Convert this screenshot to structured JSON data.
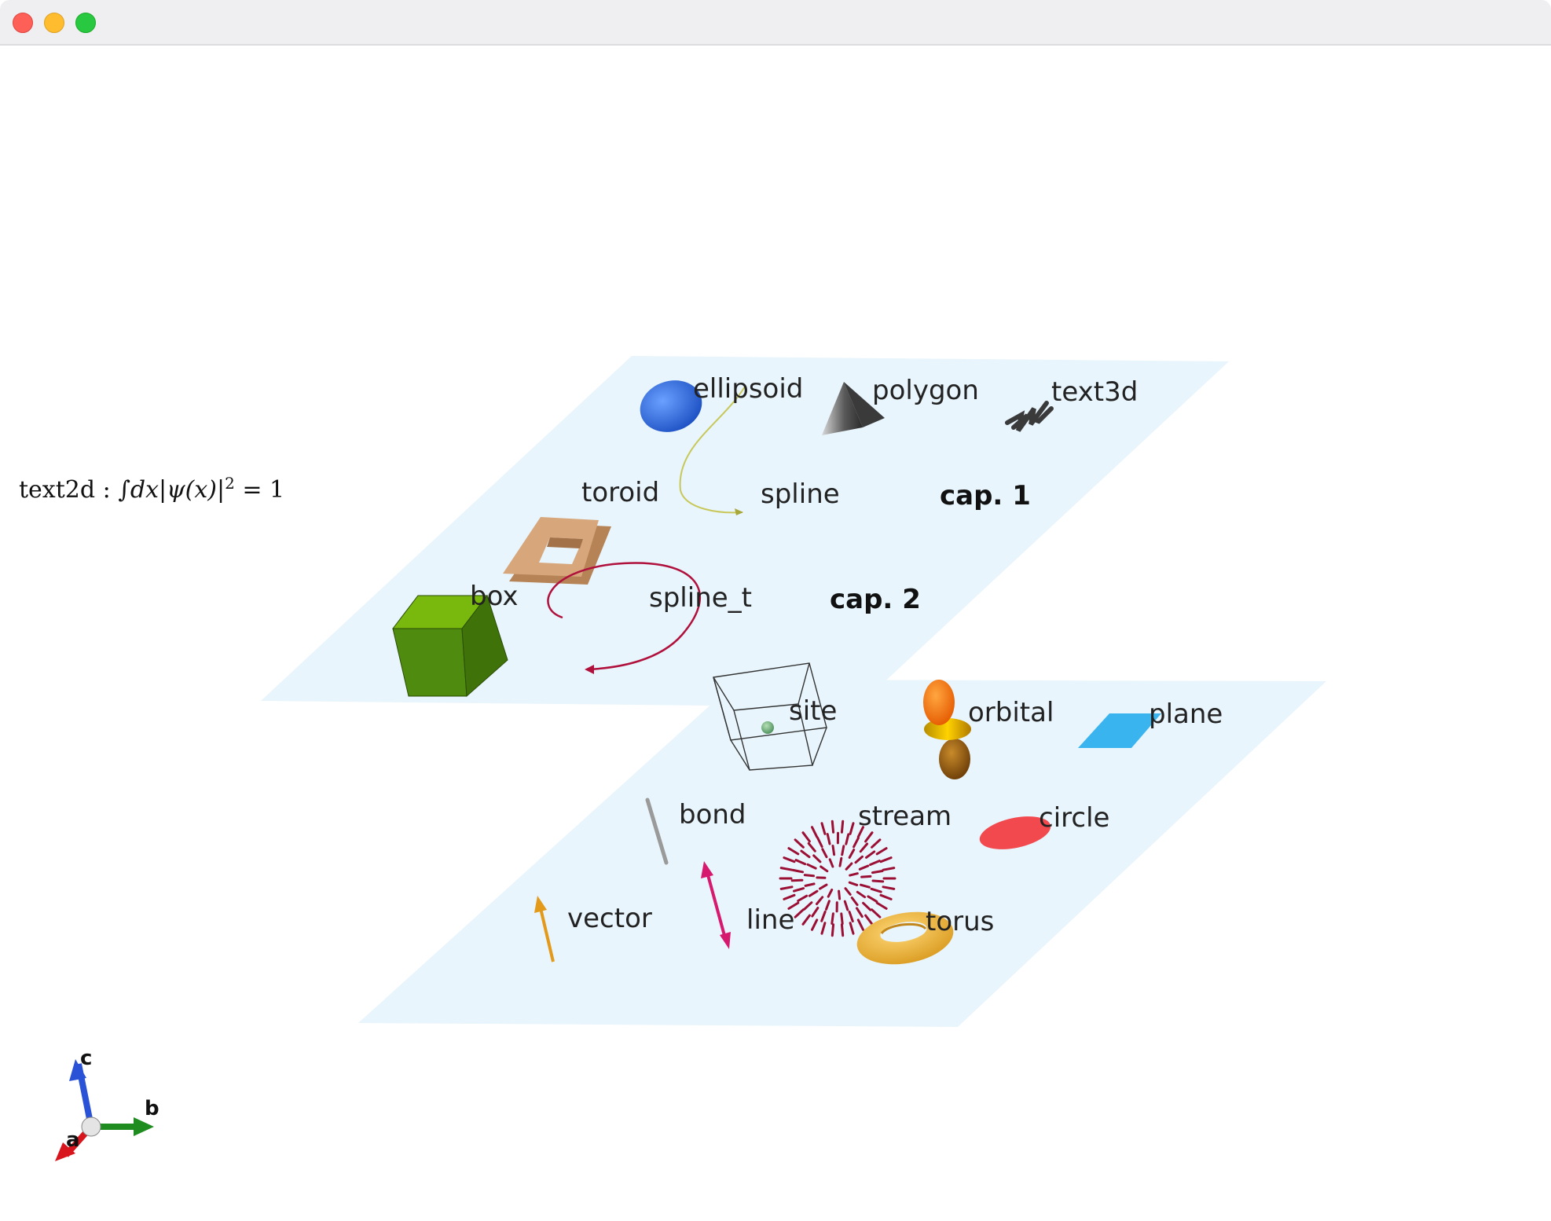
{
  "window": {
    "controls": [
      "close",
      "minimize",
      "maximize"
    ]
  },
  "text2d": {
    "prefix": "text2d :",
    "formula": "∫dx|ψ(x)|",
    "power": "2",
    "suffix": "= 1"
  },
  "labels": {
    "ellipsoid": "ellipsoid",
    "polygon": "polygon",
    "text3d": "text3d",
    "toroid": "toroid",
    "spline": "spline",
    "cap1": "cap. 1",
    "box": "box",
    "spline_t": "spline_t",
    "cap2": "cap. 2",
    "site": "site",
    "orbital": "orbital",
    "plane": "plane",
    "bond": "bond",
    "stream": "stream",
    "circle": "circle",
    "vector": "vector",
    "line": "line",
    "torus": "torus"
  },
  "axes": {
    "a": "a",
    "b": "b",
    "c": "c"
  },
  "colors": {
    "plane_fill": "#e8f5fc",
    "ellipsoid": "#2f6fe0",
    "box": "#5a9e10",
    "toroid": "#c79a6e",
    "spline": "#c8c85a",
    "spline_t": "#b0103c",
    "orbital_lobe": "#ff7a00",
    "plane_shape": "#3ab4ef",
    "circle": "#f2494f",
    "vector": "#e39a1a",
    "line": "#d6196e",
    "torus": "#f5b73c",
    "stream": "#9b0f35",
    "axis_a": "#d8141c",
    "axis_b": "#1f8c1f",
    "axis_c": "#2a52d6"
  }
}
